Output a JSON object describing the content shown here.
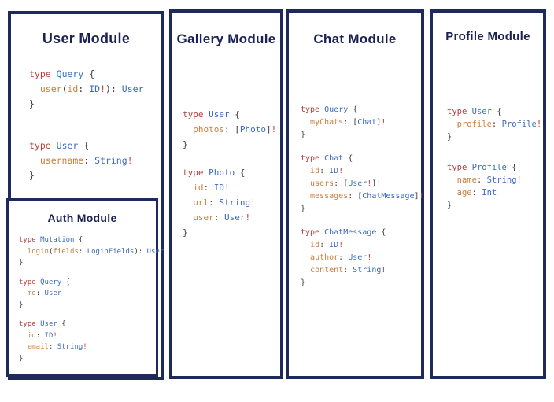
{
  "colors": {
    "border": "#1e2a5c",
    "title": "#1b2155",
    "kw": "#b0413e",
    "ty": "#3b6bbd",
    "fl": "#c8803f",
    "pu": "#3f3f3f",
    "bg": "#c23b36"
  },
  "modules": [
    {
      "id": "user",
      "title": "User Module",
      "blocks": [
        [
          [
            {
              "c": "kw",
              "t": "type"
            },
            {
              "c": "pu",
              "t": " "
            },
            {
              "c": "ty",
              "t": "Query"
            },
            {
              "c": "pu",
              "t": " {"
            }
          ],
          [
            {
              "c": "pu",
              "t": "  "
            },
            {
              "c": "fl",
              "t": "user"
            },
            {
              "c": "pu",
              "t": "("
            },
            {
              "c": "fl",
              "t": "id"
            },
            {
              "c": "pu",
              "t": ": "
            },
            {
              "c": "ty",
              "t": "ID"
            },
            {
              "c": "bg",
              "t": "!"
            },
            {
              "c": "pu",
              "t": "): "
            },
            {
              "c": "ty",
              "t": "User"
            }
          ],
          [
            {
              "c": "pu",
              "t": "}"
            }
          ]
        ],
        [
          [
            {
              "c": "kw",
              "t": "type"
            },
            {
              "c": "pu",
              "t": " "
            },
            {
              "c": "ty",
              "t": "User"
            },
            {
              "c": "pu",
              "t": " {"
            }
          ],
          [
            {
              "c": "pu",
              "t": "  "
            },
            {
              "c": "fl",
              "t": "username"
            },
            {
              "c": "pu",
              "t": ": "
            },
            {
              "c": "ty",
              "t": "String"
            },
            {
              "c": "bg",
              "t": "!"
            }
          ],
          [
            {
              "c": "pu",
              "t": "}"
            }
          ]
        ]
      ]
    },
    {
      "id": "gallery",
      "title": "Gallery Module",
      "blocks": [
        [
          [
            {
              "c": "kw",
              "t": "type"
            },
            {
              "c": "pu",
              "t": " "
            },
            {
              "c": "ty",
              "t": "User"
            },
            {
              "c": "pu",
              "t": " {"
            }
          ],
          [
            {
              "c": "pu",
              "t": "  "
            },
            {
              "c": "fl",
              "t": "photos"
            },
            {
              "c": "pu",
              "t": ": ["
            },
            {
              "c": "ty",
              "t": "Photo"
            },
            {
              "c": "pu",
              "t": "]"
            },
            {
              "c": "bg",
              "t": "!"
            }
          ],
          [
            {
              "c": "pu",
              "t": "}"
            }
          ]
        ],
        [
          [
            {
              "c": "kw",
              "t": "type"
            },
            {
              "c": "pu",
              "t": " "
            },
            {
              "c": "ty",
              "t": "Photo"
            },
            {
              "c": "pu",
              "t": " {"
            }
          ],
          [
            {
              "c": "pu",
              "t": "  "
            },
            {
              "c": "fl",
              "t": "id"
            },
            {
              "c": "pu",
              "t": ": "
            },
            {
              "c": "ty",
              "t": "ID"
            },
            {
              "c": "bg",
              "t": "!"
            }
          ],
          [
            {
              "c": "pu",
              "t": "  "
            },
            {
              "c": "fl",
              "t": "url"
            },
            {
              "c": "pu",
              "t": ": "
            },
            {
              "c": "ty",
              "t": "String"
            },
            {
              "c": "bg",
              "t": "!"
            }
          ],
          [
            {
              "c": "pu",
              "t": "  "
            },
            {
              "c": "fl",
              "t": "user"
            },
            {
              "c": "pu",
              "t": ": "
            },
            {
              "c": "ty",
              "t": "User"
            },
            {
              "c": "bg",
              "t": "!"
            }
          ],
          [
            {
              "c": "pu",
              "t": "}"
            }
          ]
        ]
      ]
    },
    {
      "id": "chat",
      "title": "Chat Module",
      "blocks": [
        [
          [
            {
              "c": "kw",
              "t": "type"
            },
            {
              "c": "pu",
              "t": " "
            },
            {
              "c": "ty",
              "t": "Query"
            },
            {
              "c": "pu",
              "t": " {"
            }
          ],
          [
            {
              "c": "pu",
              "t": "  "
            },
            {
              "c": "fl",
              "t": "myChats"
            },
            {
              "c": "pu",
              "t": ": ["
            },
            {
              "c": "ty",
              "t": "Chat"
            },
            {
              "c": "pu",
              "t": "]"
            },
            {
              "c": "bg",
              "t": "!"
            }
          ],
          [
            {
              "c": "pu",
              "t": "}"
            }
          ]
        ],
        [
          [
            {
              "c": "kw",
              "t": "type"
            },
            {
              "c": "pu",
              "t": " "
            },
            {
              "c": "ty",
              "t": "Chat"
            },
            {
              "c": "pu",
              "t": " {"
            }
          ],
          [
            {
              "c": "pu",
              "t": "  "
            },
            {
              "c": "fl",
              "t": "id"
            },
            {
              "c": "pu",
              "t": ": "
            },
            {
              "c": "ty",
              "t": "ID"
            },
            {
              "c": "bg",
              "t": "!"
            }
          ],
          [
            {
              "c": "pu",
              "t": "  "
            },
            {
              "c": "fl",
              "t": "users"
            },
            {
              "c": "pu",
              "t": ": ["
            },
            {
              "c": "ty",
              "t": "User"
            },
            {
              "c": "bg",
              "t": "!"
            },
            {
              "c": "pu",
              "t": "]"
            },
            {
              "c": "bg",
              "t": "!"
            }
          ],
          [
            {
              "c": "pu",
              "t": "  "
            },
            {
              "c": "fl",
              "t": "messages"
            },
            {
              "c": "pu",
              "t": ": ["
            },
            {
              "c": "ty",
              "t": "ChatMessage"
            },
            {
              "c": "pu",
              "t": "]"
            },
            {
              "c": "bg",
              "t": "!"
            }
          ],
          [
            {
              "c": "pu",
              "t": "}"
            }
          ]
        ],
        [
          [
            {
              "c": "kw",
              "t": "type"
            },
            {
              "c": "pu",
              "t": " "
            },
            {
              "c": "ty",
              "t": "ChatMessage"
            },
            {
              "c": "pu",
              "t": " {"
            }
          ],
          [
            {
              "c": "pu",
              "t": "  "
            },
            {
              "c": "fl",
              "t": "id"
            },
            {
              "c": "pu",
              "t": ": "
            },
            {
              "c": "ty",
              "t": "ID"
            },
            {
              "c": "bg",
              "t": "!"
            }
          ],
          [
            {
              "c": "pu",
              "t": "  "
            },
            {
              "c": "fl",
              "t": "author"
            },
            {
              "c": "pu",
              "t": ": "
            },
            {
              "c": "ty",
              "t": "User"
            },
            {
              "c": "bg",
              "t": "!"
            }
          ],
          [
            {
              "c": "pu",
              "t": "  "
            },
            {
              "c": "fl",
              "t": "content"
            },
            {
              "c": "pu",
              "t": ": "
            },
            {
              "c": "ty",
              "t": "String"
            },
            {
              "c": "bg",
              "t": "!"
            }
          ],
          [
            {
              "c": "pu",
              "t": "}"
            }
          ]
        ]
      ]
    },
    {
      "id": "profile",
      "title": "Profile Module",
      "blocks": [
        [
          [
            {
              "c": "kw",
              "t": "type"
            },
            {
              "c": "pu",
              "t": " "
            },
            {
              "c": "ty",
              "t": "User"
            },
            {
              "c": "pu",
              "t": " {"
            }
          ],
          [
            {
              "c": "pu",
              "t": "  "
            },
            {
              "c": "fl",
              "t": "profile"
            },
            {
              "c": "pu",
              "t": ": "
            },
            {
              "c": "ty",
              "t": "Profile"
            },
            {
              "c": "bg",
              "t": "!"
            }
          ],
          [
            {
              "c": "pu",
              "t": "}"
            }
          ]
        ],
        [
          [
            {
              "c": "kw",
              "t": "type"
            },
            {
              "c": "pu",
              "t": " "
            },
            {
              "c": "ty",
              "t": "Profile"
            },
            {
              "c": "pu",
              "t": " {"
            }
          ],
          [
            {
              "c": "pu",
              "t": "  "
            },
            {
              "c": "fl",
              "t": "name"
            },
            {
              "c": "pu",
              "t": ": "
            },
            {
              "c": "ty",
              "t": "String"
            },
            {
              "c": "bg",
              "t": "!"
            }
          ],
          [
            {
              "c": "pu",
              "t": "  "
            },
            {
              "c": "fl",
              "t": "age"
            },
            {
              "c": "pu",
              "t": ": "
            },
            {
              "c": "ty",
              "t": "Int"
            }
          ],
          [
            {
              "c": "pu",
              "t": "}"
            }
          ]
        ]
      ]
    },
    {
      "id": "auth",
      "title": "Auth Module",
      "blocks": [
        [
          [
            {
              "c": "kw",
              "t": "type"
            },
            {
              "c": "pu",
              "t": " "
            },
            {
              "c": "ty",
              "t": "Mutation"
            },
            {
              "c": "pu",
              "t": " {"
            }
          ],
          [
            {
              "c": "pu",
              "t": "  "
            },
            {
              "c": "fl",
              "t": "login"
            },
            {
              "c": "pu",
              "t": "("
            },
            {
              "c": "fl",
              "t": "fields"
            },
            {
              "c": "pu",
              "t": ": "
            },
            {
              "c": "ty",
              "t": "LoginFields"
            },
            {
              "c": "pu",
              "t": "): "
            },
            {
              "c": "ty",
              "t": "User"
            }
          ],
          [
            {
              "c": "pu",
              "t": "}"
            }
          ]
        ],
        [
          [
            {
              "c": "kw",
              "t": "type"
            },
            {
              "c": "pu",
              "t": " "
            },
            {
              "c": "ty",
              "t": "Query"
            },
            {
              "c": "pu",
              "t": " {"
            }
          ],
          [
            {
              "c": "pu",
              "t": "  "
            },
            {
              "c": "fl",
              "t": "me"
            },
            {
              "c": "pu",
              "t": ": "
            },
            {
              "c": "ty",
              "t": "User"
            }
          ],
          [
            {
              "c": "pu",
              "t": "}"
            }
          ]
        ],
        [
          [
            {
              "c": "kw",
              "t": "type"
            },
            {
              "c": "pu",
              "t": " "
            },
            {
              "c": "ty",
              "t": "User"
            },
            {
              "c": "pu",
              "t": " {"
            }
          ],
          [
            {
              "c": "pu",
              "t": "  "
            },
            {
              "c": "fl",
              "t": "id"
            },
            {
              "c": "pu",
              "t": ": "
            },
            {
              "c": "ty",
              "t": "ID"
            },
            {
              "c": "bg",
              "t": "!"
            }
          ],
          [
            {
              "c": "pu",
              "t": "  "
            },
            {
              "c": "fl",
              "t": "email"
            },
            {
              "c": "pu",
              "t": ": "
            },
            {
              "c": "ty",
              "t": "String"
            },
            {
              "c": "bg",
              "t": "!"
            }
          ],
          [
            {
              "c": "pu",
              "t": "}"
            }
          ]
        ]
      ]
    }
  ]
}
